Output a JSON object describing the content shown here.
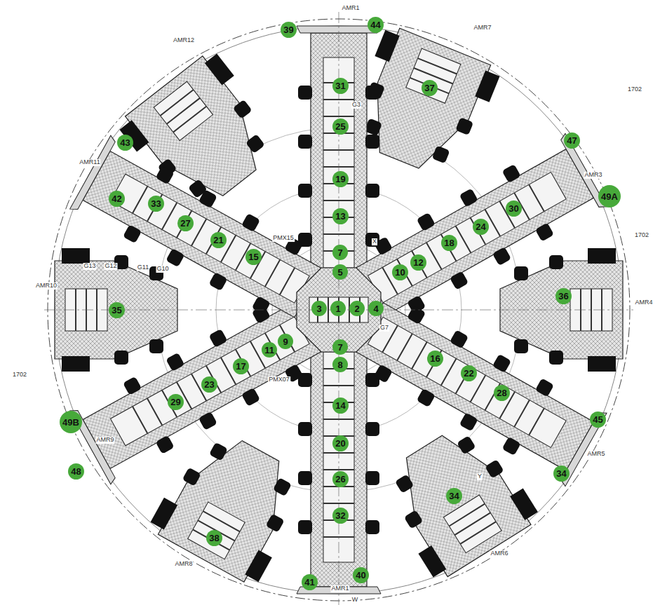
{
  "diagram": {
    "nodes": [
      {
        "text": [
          "44"
        ]
      },
      {
        "text": [
          "39"
        ]
      },
      {
        "text": [
          "37"
        ]
      },
      {
        "text": [
          "31"
        ]
      },
      {
        "text": [
          "25"
        ]
      },
      {
        "text": [
          "47"
        ]
      },
      {
        "text": [
          "43"
        ]
      },
      {
        "text": [
          "19"
        ]
      },
      {
        "text": [
          "49A"
        ]
      },
      {
        "text": [
          "42"
        ]
      },
      {
        "text": [
          "33"
        ]
      },
      {
        "text": [
          "30"
        ]
      },
      {
        "text": [
          "13"
        ]
      },
      {
        "text": [
          "27"
        ]
      },
      {
        "text": [
          "24"
        ]
      },
      {
        "text": [
          "21"
        ]
      },
      {
        "text": [
          "18"
        ]
      },
      {
        "text": [
          "7"
        ]
      },
      {
        "text": [
          "15"
        ]
      },
      {
        "text": [
          "12"
        ]
      },
      {
        "text": [
          "10"
        ]
      },
      {
        "text": [
          "5"
        ]
      },
      {
        "text": [
          "36"
        ]
      },
      {
        "text": [
          "35"
        ]
      },
      {
        "text": [
          "3"
        ]
      },
      {
        "text": [
          "1"
        ]
      },
      {
        "text": [
          "2"
        ]
      },
      {
        "text": [
          "4"
        ]
      },
      {
        "text": [
          "9"
        ]
      },
      {
        "text": [
          "7"
        ]
      },
      {
        "text": [
          "11"
        ]
      },
      {
        "text": [
          "16"
        ]
      },
      {
        "text": [
          "8"
        ]
      },
      {
        "text": [
          "17"
        ]
      },
      {
        "text": [
          "22"
        ]
      },
      {
        "text": [
          "23"
        ]
      },
      {
        "text": [
          "28"
        ]
      },
      {
        "text": [
          "29"
        ]
      },
      {
        "text": [
          "14"
        ]
      },
      {
        "text": [
          "45"
        ]
      },
      {
        "text": [
          "49B"
        ]
      },
      {
        "text": [
          "20"
        ]
      },
      {
        "text": [
          "48"
        ]
      },
      {
        "text": [
          "34"
        ]
      },
      {
        "text": [
          "26"
        ]
      },
      {
        "text": [
          "34"
        ]
      },
      {
        "text": [
          "32"
        ]
      },
      {
        "text": [
          "38"
        ]
      },
      {
        "text": [
          "40"
        ]
      },
      {
        "text": [
          "41"
        ]
      }
    ],
    "labels": [
      "AMR1",
      "AMR7",
      "AMR3",
      "AMR4",
      "AMR5",
      "AMR6",
      "AMR1",
      "AMR8",
      "AMR9",
      "AMR10",
      "AMR11",
      "AMR12",
      "1702",
      "1702",
      "1702",
      "X",
      "Y",
      "W",
      "PMX15",
      "PMX07",
      "G13",
      "G12",
      "G11",
      "G10",
      "G3",
      "G7"
    ]
  }
}
